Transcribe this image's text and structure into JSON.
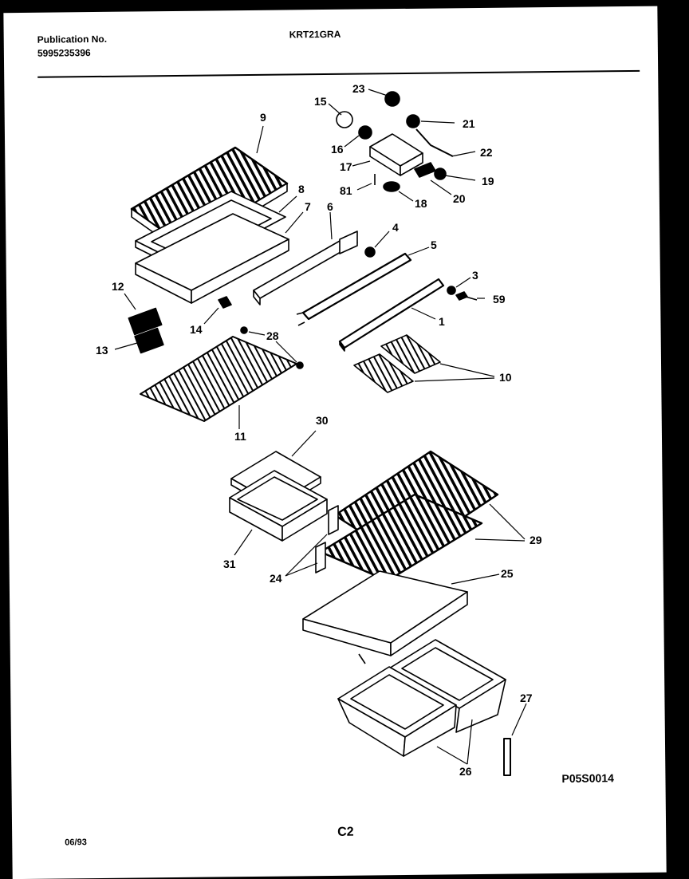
{
  "header": {
    "publication_label": "Publication No.",
    "publication_number": "5995235396",
    "model": "KRT21GRA"
  },
  "footer": {
    "date": "06/93",
    "page": "C2",
    "diagram_code": "P05S0014"
  },
  "callouts": [
    {
      "id": "23",
      "label": "23"
    },
    {
      "id": "15",
      "label": "15"
    },
    {
      "id": "21",
      "label": "21"
    },
    {
      "id": "9",
      "label": "9"
    },
    {
      "id": "16",
      "label": "16"
    },
    {
      "id": "22",
      "label": "22"
    },
    {
      "id": "17",
      "label": "17"
    },
    {
      "id": "19",
      "label": "19"
    },
    {
      "id": "81",
      "label": "81"
    },
    {
      "id": "20",
      "label": "20"
    },
    {
      "id": "18",
      "label": "18"
    },
    {
      "id": "8",
      "label": "8"
    },
    {
      "id": "7",
      "label": "7"
    },
    {
      "id": "6",
      "label": "6"
    },
    {
      "id": "4",
      "label": "4"
    },
    {
      "id": "5",
      "label": "5"
    },
    {
      "id": "3",
      "label": "3"
    },
    {
      "id": "12",
      "label": "12"
    },
    {
      "id": "59",
      "label": "59"
    },
    {
      "id": "14",
      "label": "14"
    },
    {
      "id": "1",
      "label": "1"
    },
    {
      "id": "28",
      "label": "28"
    },
    {
      "id": "13",
      "label": "13"
    },
    {
      "id": "10",
      "label": "10"
    },
    {
      "id": "11",
      "label": "11"
    },
    {
      "id": "30",
      "label": "30"
    },
    {
      "id": "29",
      "label": "29"
    },
    {
      "id": "31",
      "label": "31"
    },
    {
      "id": "24",
      "label": "24"
    },
    {
      "id": "25",
      "label": "25"
    },
    {
      "id": "27",
      "label": "27"
    },
    {
      "id": "26",
      "label": "26"
    }
  ]
}
